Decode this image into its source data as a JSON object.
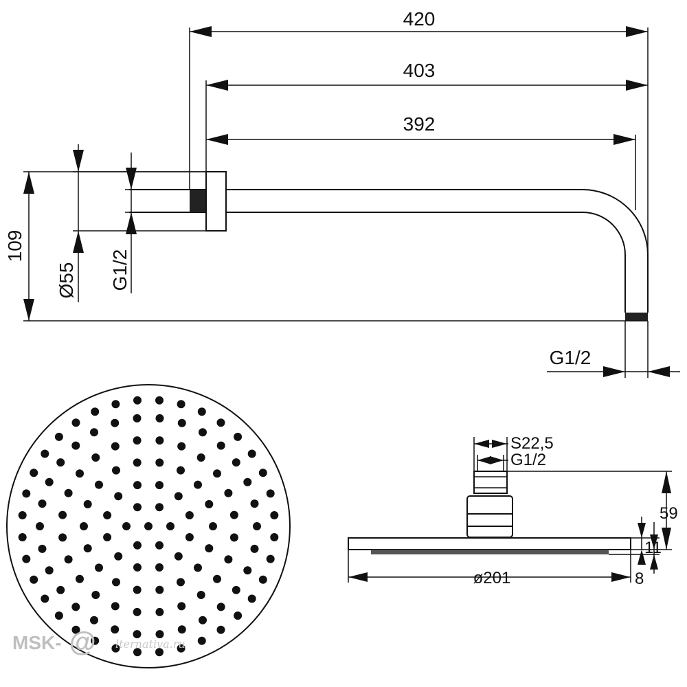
{
  "arm_view": {
    "dim_total_length": "420",
    "dim_arm_length": "403",
    "dim_pipe_length": "392",
    "dim_height": "109",
    "dim_flange_diameter": "Ø55",
    "dim_wall_thread": "G1/2",
    "dim_outlet_thread": "G1/2"
  },
  "head_top_view": {
    "hole_pattern": "concentric rings of spray nozzles"
  },
  "head_side_view": {
    "dim_wrench_size": "S22,5",
    "dim_thread": "G1/2",
    "dim_total_height": "59",
    "dim_plate_thickness": "11",
    "dim_plate_lower": "8",
    "dim_diameter": "ø201"
  },
  "watermark": {
    "prefix": "MSK-",
    "emblem": "@",
    "suffix": "lternativa.ru"
  },
  "colors": {
    "line": "#111111",
    "watermark": "#bfbfbf"
  }
}
